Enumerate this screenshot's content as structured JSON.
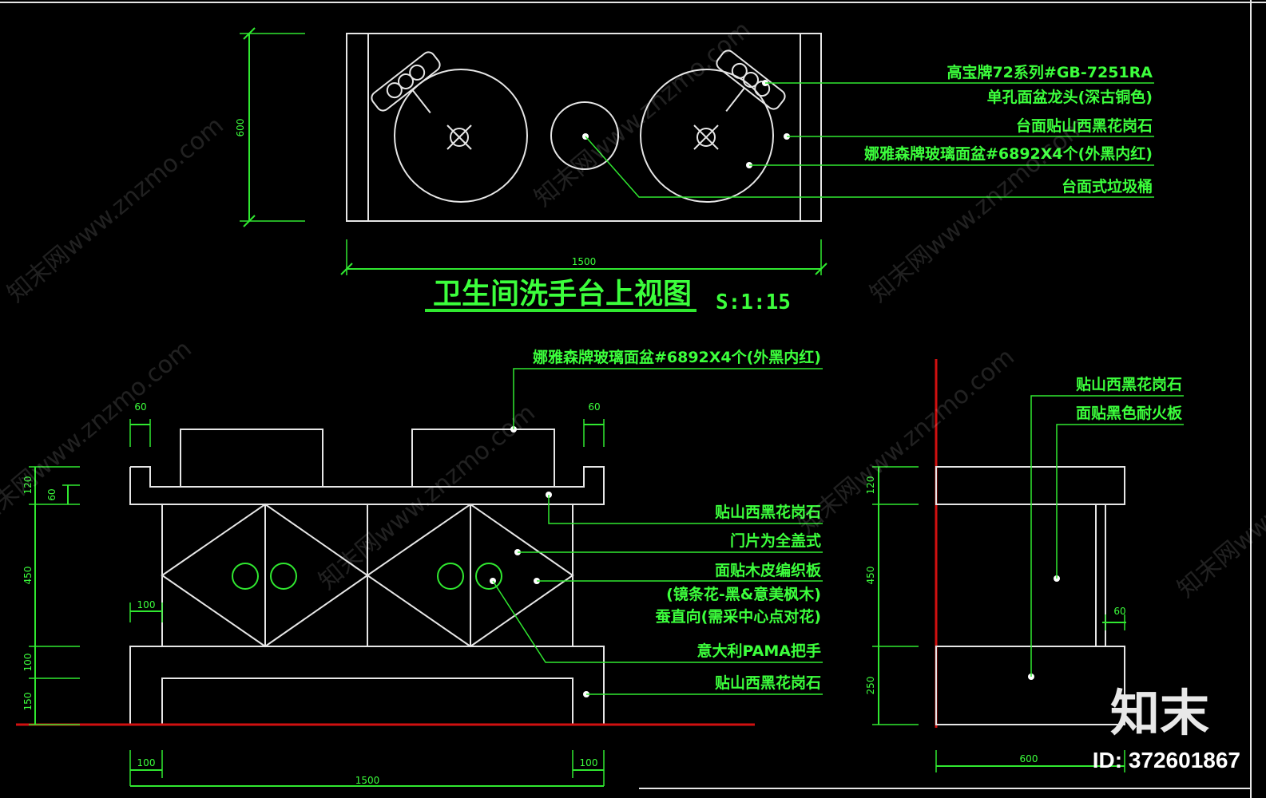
{
  "top_view": {
    "title": "卫生间洗手台上视图",
    "scale": "S:1:15",
    "dim_width": "1500",
    "dim_depth": "600",
    "callouts": [
      "高宝牌72系列#GB-7251RA",
      "单孔面盆龙头(深古铜色)",
      "台面贴山西黑花岗石",
      "娜雅森牌玻璃面盆#6892X4个(外黑内红)",
      "台面式垃圾桶"
    ]
  },
  "front_view": {
    "callouts": [
      "娜雅森牌玻璃面盆#6892X4个(外黑内红)",
      "贴山西黑花岗石",
      "门片为全盖式",
      "面贴木皮编织板",
      "(镜条花-黑&意美枫木)",
      "蚕直向(需采中心点对花)",
      "意大利PAMA把手",
      "贴山西黑花岗石"
    ],
    "dims_top": [
      "60",
      "60"
    ],
    "dims_left": [
      "120",
      "60",
      "450",
      "100",
      "100",
      "150"
    ],
    "dims_bottom": [
      "100",
      "100",
      "1500"
    ]
  },
  "side_view": {
    "callouts": [
      "贴山西黑花岗石",
      "面贴黑色耐火板"
    ],
    "dims_left": [
      "120",
      "450",
      "250"
    ],
    "dim_right": "60",
    "dim_bottom": "600"
  },
  "watermark": {
    "text": "知末网www.znzmo.com",
    "logo": "知末",
    "id": "ID: 372601867"
  },
  "colors": {
    "line": "#e6e6e6",
    "annotation": "#30e830",
    "ground": "#d01010",
    "background": "#000000"
  }
}
